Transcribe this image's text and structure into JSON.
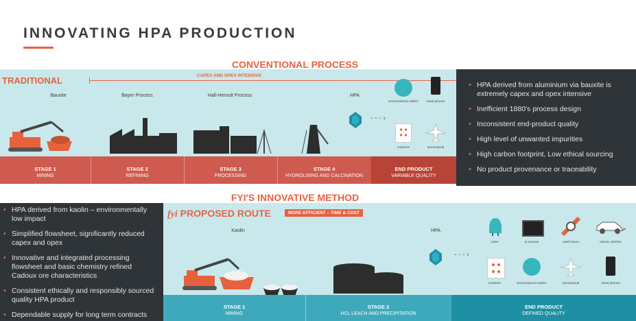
{
  "title": "INNOVATING HPA PRODUCTION",
  "conventional": {
    "heading": "CONVENTIONAL PROCESS",
    "traditional_label": "TRADITIONAL",
    "capex_label": "CAPEX AND OPEX INTENSIVE",
    "step_labels": [
      "Bauxite",
      "Bayer Process",
      "Hall-Heroult Process",
      "HPA"
    ],
    "stages": [
      {
        "num": "STAGE 1",
        "name": "MINING"
      },
      {
        "num": "STAGE 2",
        "name": "REFINING"
      },
      {
        "num": "STAGE 3",
        "name": "PROCESSING"
      },
      {
        "num": "STAGE 4",
        "name": "HYDROLISING AND CALCINATION"
      },
      {
        "num": "END PRODUCT",
        "name": "VARIABLE QUALITY"
      }
    ],
    "uses": [
      "semiconductor wafers",
      "smart phones",
      "medicine",
      "aeronautical"
    ],
    "bullets": [
      "HPA derived from aluminium via bauxite is extremely capex and opex intensive",
      "Inefficient 1880's process design",
      "Inconsistent end-product quality",
      "High level of unwanted impurities",
      "High carbon footprint, Low ethical sourcing",
      "No product provenance or traceability"
    ]
  },
  "innovative": {
    "heading": "FYI'S INNOVATIVE METHOD",
    "logo": "fyi",
    "route_label": "PROPOSED ROUTE",
    "efficient_label": "MORE EFFICIENT – TIME & COST",
    "step_labels": [
      "Kaolin",
      "HPA"
    ],
    "stages": [
      {
        "num": "STAGE 1",
        "name": "MINING"
      },
      {
        "num": "STAGE 2",
        "name": "HCL LEACH AND PRECIPITATION"
      },
      {
        "num": "END PRODUCT",
        "name": "DEFINED QUALITY"
      }
    ],
    "uses_top": [
      "LEDs",
      "tv screens",
      "watch faces",
      "electric vehicles"
    ],
    "uses_bottom": [
      "medicine",
      "semiconductor wafers",
      "aeronautical",
      "smart phones"
    ],
    "bullets": [
      "HPA derived from kaolin – environmentally low impact",
      "Simplified flowsheet, significantly reduced capex and opex",
      "Innovative and integrated processing flowsheet and basic chemistry refined Cadoux ore characteristics",
      "Consistent ethically and responsibly sourced quality  HPA product",
      "Dependable supply for long term contracts"
    ]
  },
  "colors": {
    "accent": "#e8613f",
    "teal": "#1f8fa3",
    "light": "#c9e8ec",
    "stage_red": "#cf5a4f",
    "dark": "#2f3438"
  }
}
